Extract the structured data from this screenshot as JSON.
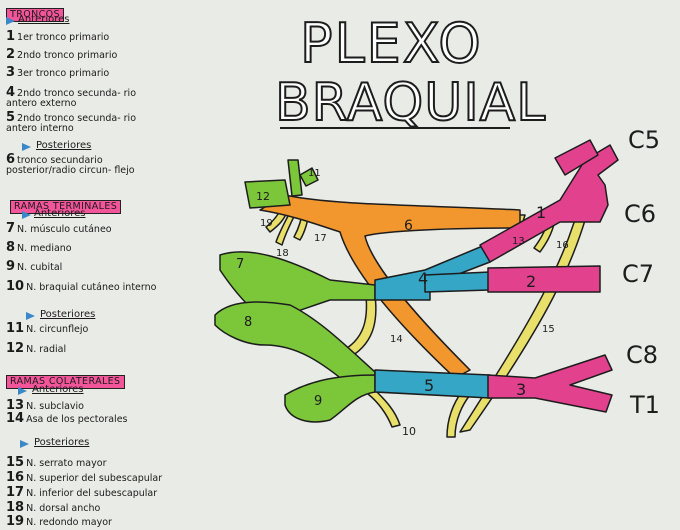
{
  "legend": {
    "troncos": {
      "heading": "TRONCOS",
      "anteriores_label": "Anteriores",
      "anteriores": [
        {
          "num": "1",
          "text": "1er tronco primario"
        },
        {
          "num": "2",
          "text": "2ndo tronco primario"
        },
        {
          "num": "3",
          "text": "3er tronco primario"
        },
        {
          "num": "4",
          "text": "2ndo tronco secunda- rio antero externo"
        },
        {
          "num": "5",
          "text": "2ndo tronco secunda- rio antero interno"
        }
      ],
      "posteriores_label": "Posteriores",
      "posteriores": [
        {
          "num": "6",
          "text": "tronco secundario posterior/radio circun- flejo"
        }
      ]
    },
    "ramas_terminales": {
      "heading": "RAMAS TERMINALES",
      "anteriores_label": "Anteriores",
      "anteriores": [
        {
          "num": "7",
          "text": "N. músculo cutáneo"
        },
        {
          "num": "8",
          "text": "N. mediano"
        },
        {
          "num": "9",
          "text": "N. cubital"
        },
        {
          "num": "10",
          "text": "N. braquial cutáneo interno"
        }
      ],
      "posteriores_label": "Posteriores",
      "posteriores": [
        {
          "num": "11",
          "text": "N. circunflejo"
        },
        {
          "num": "12",
          "text": "N. radial"
        }
      ]
    },
    "ramas_colaterales": {
      "heading": "RAMAS COLATERALES",
      "anteriores_label": "Anteriores",
      "anteriores": [
        {
          "num": "13",
          "text": "N. subclavio"
        },
        {
          "num": "14",
          "text": "Asa de los pectorales"
        }
      ],
      "posteriores_label": "Posteriores",
      "posteriores": [
        {
          "num": "15",
          "text": "N. serrato mayor"
        },
        {
          "num": "16",
          "text": "N. superior del subescapular"
        },
        {
          "num": "17",
          "text": "N. inferior del subescapular"
        },
        {
          "num": "18",
          "text": "N. dorsal ancho"
        },
        {
          "num": "19",
          "text": "N. redondo mayor"
        }
      ]
    }
  },
  "title": {
    "line1": "PLEXO",
    "line2": "BRAQUIAL"
  },
  "roots": [
    "C5",
    "C6",
    "C7",
    "C8",
    "T1"
  ],
  "diagram_labels": [
    "1",
    "2",
    "3",
    "4",
    "5",
    "6",
    "7",
    "8",
    "9",
    "10",
    "11",
    "12",
    "13",
    "14",
    "15",
    "16",
    "17",
    "18",
    "19"
  ],
  "colors": {
    "pink": "#e2418e",
    "blue": "#35a6c6",
    "orange": "#f2962e",
    "green": "#7cc63a",
    "yellow": "#e8e06a",
    "highlight": "#f2559a",
    "background": "#e9ebe6"
  }
}
